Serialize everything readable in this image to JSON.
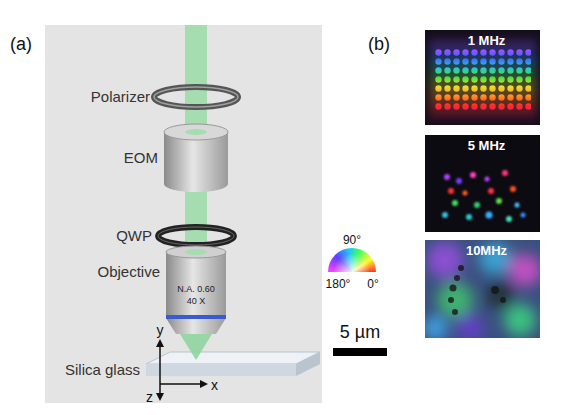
{
  "diagram": {
    "nodes": [
      {
        "text": [
          "1 MHz"
        ]
      },
      {
        "text": [
          "5 MHz"
        ]
      },
      {
        "text": [
          "10MHz"
        ]
      }
    ],
    "labels": [
      "(a)",
      "Polarizer",
      "EOM",
      "QWP",
      "Objective",
      "N.A. 0.60",
      "40 X",
      "y",
      "x",
      "z",
      "Silica glass",
      "(b)",
      "90°",
      "180°",
      "0°",
      "5 µm"
    ]
  }
}
